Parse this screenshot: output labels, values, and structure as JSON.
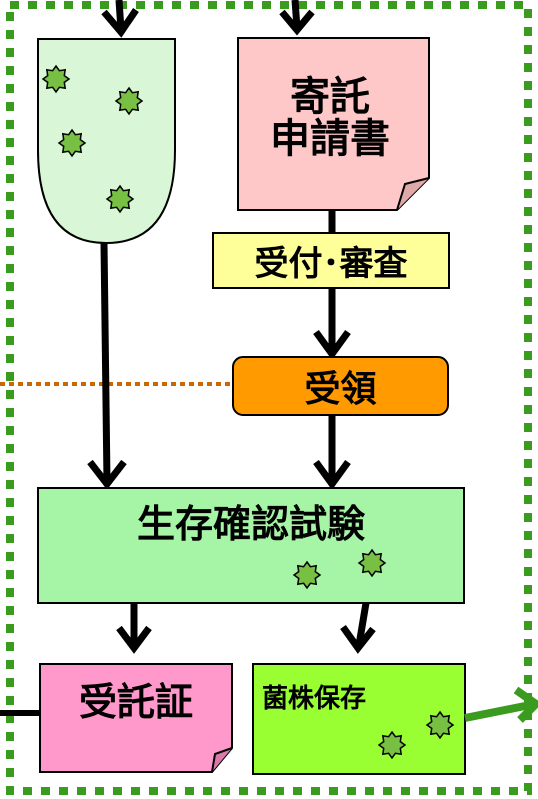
{
  "diagram": {
    "application_document": {
      "line1": "寄託",
      "line2": "申請書"
    },
    "acceptance_review": "受付･審査",
    "receipt": "受領",
    "viability_test": "生存確認試験",
    "deposit_certificate": "受託証",
    "strain_preservation": "菌株保存"
  },
  "colors": {
    "frame_border": "#3a9b1e",
    "tube_fill": "#d9f7d6",
    "document_fill": "#ffc8c8",
    "acceptance_fill": "#ffff99",
    "receipt_fill": "#ff9a00",
    "viability_fill": "#a6f5a6",
    "certificate_fill": "#ff99cc",
    "preservation_fill": "#99ff33",
    "microbe_fill": "#77c044",
    "dotted_line": "#cc6600",
    "exit_arrow": "#3a9b1e"
  }
}
